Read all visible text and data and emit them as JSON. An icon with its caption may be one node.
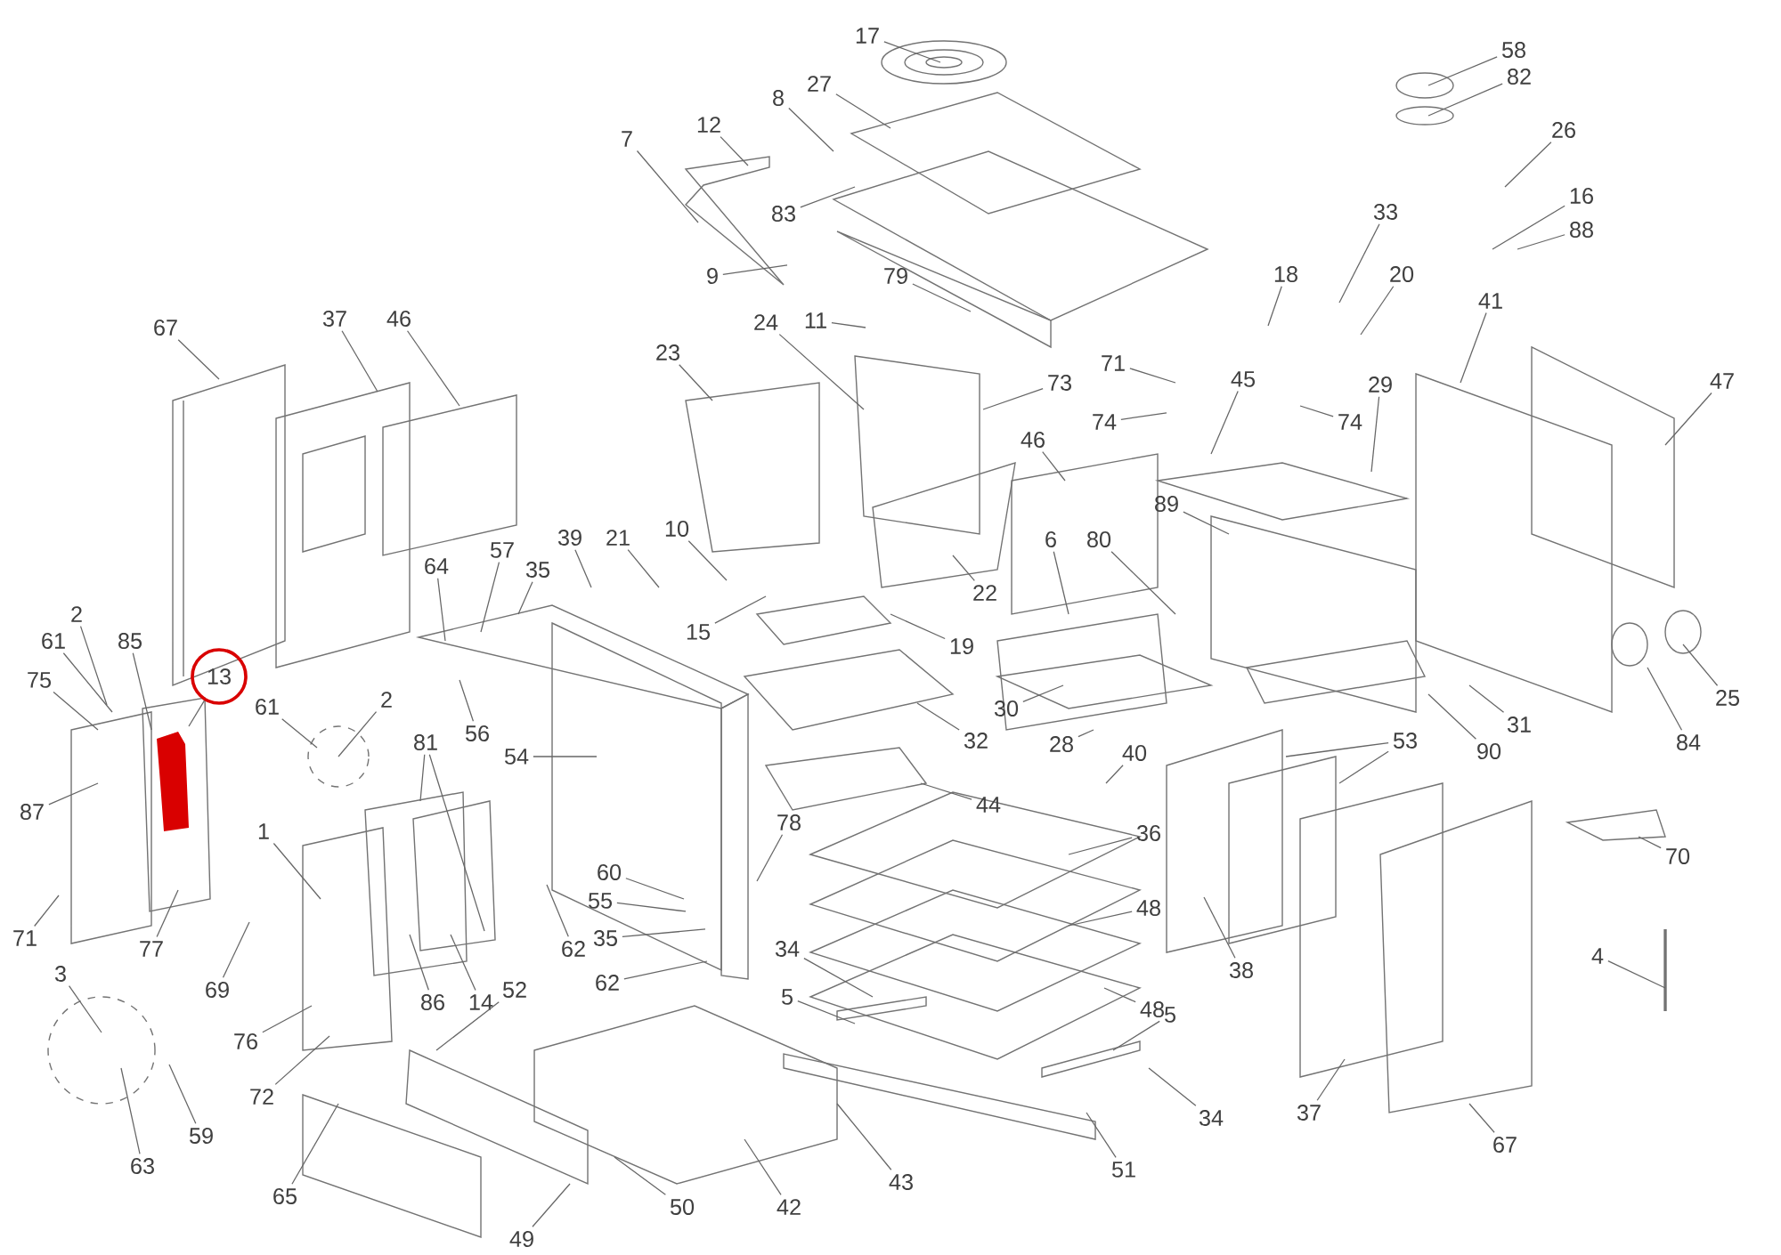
{
  "diagram": {
    "nodes": [
      {
        "text": [
          "17"
        ]
      },
      {
        "text": [
          "58"
        ]
      },
      {
        "text": [
          "27"
        ]
      },
      {
        "text": [
          "82"
        ]
      },
      {
        "text": [
          "8"
        ]
      },
      {
        "text": [
          "12"
        ]
      },
      {
        "text": [
          "26"
        ]
      },
      {
        "text": [
          "7"
        ]
      },
      {
        "text": [
          "83"
        ]
      },
      {
        "text": [
          "16"
        ]
      },
      {
        "text": [
          "88"
        ]
      },
      {
        "text": [
          "33"
        ]
      },
      {
        "text": [
          "18"
        ]
      },
      {
        "text": [
          "20"
        ]
      },
      {
        "text": [
          "9"
        ]
      },
      {
        "text": [
          "79"
        ]
      },
      {
        "text": [
          "41"
        ]
      },
      {
        "text": [
          "11"
        ]
      },
      {
        "text": [
          "24"
        ]
      },
      {
        "text": [
          "67"
        ]
      },
      {
        "text": [
          "37"
        ]
      },
      {
        "text": [
          "46"
        ]
      },
      {
        "text": [
          "23"
        ]
      },
      {
        "text": [
          "71"
        ]
      },
      {
        "text": [
          "45"
        ]
      },
      {
        "text": [
          "47"
        ]
      },
      {
        "text": [
          "73"
        ]
      },
      {
        "text": [
          "29"
        ]
      },
      {
        "text": [
          "74"
        ]
      },
      {
        "text": [
          "74"
        ]
      },
      {
        "text": [
          "46"
        ]
      },
      {
        "text": [
          "89"
        ]
      },
      {
        "text": [
          "21"
        ]
      },
      {
        "text": [
          "10"
        ]
      },
      {
        "text": [
          "39"
        ]
      },
      {
        "text": [
          "6"
        ]
      },
      {
        "text": [
          "80"
        ]
      },
      {
        "text": [
          "57"
        ]
      },
      {
        "text": [
          "64"
        ]
      },
      {
        "text": [
          "35"
        ]
      },
      {
        "text": [
          "22"
        ]
      },
      {
        "text": [
          "2"
        ]
      },
      {
        "text": [
          "15"
        ]
      },
      {
        "text": [
          "61"
        ]
      },
      {
        "text": [
          "85"
        ]
      },
      {
        "text": [
          "19"
        ]
      },
      {
        "text": [
          "13"
        ]
      },
      {
        "text": [
          "75"
        ]
      },
      {
        "text": [
          "61"
        ]
      },
      {
        "text": [
          "2"
        ]
      },
      {
        "text": [
          "30"
        ]
      },
      {
        "text": [
          "31"
        ]
      },
      {
        "text": [
          "56"
        ]
      },
      {
        "text": [
          "81"
        ]
      },
      {
        "text": [
          "84"
        ]
      },
      {
        "text": [
          "28"
        ]
      },
      {
        "text": [
          "32"
        ]
      },
      {
        "text": [
          "25"
        ]
      },
      {
        "text": [
          "90"
        ]
      },
      {
        "text": [
          "40"
        ]
      },
      {
        "text": [
          "53"
        ]
      },
      {
        "text": [
          "54"
        ]
      },
      {
        "text": [
          "44"
        ]
      },
      {
        "text": [
          "87"
        ]
      },
      {
        "text": [
          "78"
        ]
      },
      {
        "text": [
          "1"
        ]
      },
      {
        "text": [
          "36"
        ]
      },
      {
        "text": [
          "70"
        ]
      },
      {
        "text": [
          "60"
        ]
      },
      {
        "text": [
          "55"
        ]
      },
      {
        "text": [
          "48"
        ]
      },
      {
        "text": [
          "35"
        ]
      },
      {
        "text": [
          "71"
        ]
      },
      {
        "text": [
          "77"
        ]
      },
      {
        "text": [
          "62"
        ]
      },
      {
        "text": [
          "34"
        ]
      },
      {
        "text": [
          "4"
        ]
      },
      {
        "text": [
          "38"
        ]
      },
      {
        "text": [
          "3"
        ]
      },
      {
        "text": [
          "62"
        ]
      },
      {
        "text": [
          "69"
        ]
      },
      {
        "text": [
          "52"
        ]
      },
      {
        "text": [
          "5"
        ]
      },
      {
        "text": [
          "86"
        ]
      },
      {
        "text": [
          "14"
        ]
      },
      {
        "text": [
          "48"
        ]
      },
      {
        "text": [
          "5"
        ]
      },
      {
        "text": [
          "76"
        ]
      },
      {
        "text": [
          "72"
        ]
      },
      {
        "text": [
          "37"
        ]
      },
      {
        "text": [
          "34"
        ]
      },
      {
        "text": [
          "59"
        ]
      },
      {
        "text": [
          "67"
        ]
      },
      {
        "text": [
          "63"
        ]
      },
      {
        "text": [
          "51"
        ]
      },
      {
        "text": [
          "43"
        ]
      },
      {
        "text": [
          "65"
        ]
      },
      {
        "text": [
          "42"
        ]
      },
      {
        "text": [
          "50"
        ]
      },
      {
        "text": [
          "49"
        ]
      }
    ],
    "edges": [
      {
        "from": 0,
        "to": null,
        "arrow": "none"
      },
      {
        "from": 1,
        "to": null,
        "arrow": "none"
      },
      {
        "from": 2,
        "to": null,
        "arrow": "none"
      },
      {
        "from": 3,
        "to": null,
        "arrow": "none"
      },
      {
        "from": 4,
        "to": null,
        "arrow": "none"
      },
      {
        "from": 5,
        "to": null,
        "arrow": "none"
      },
      {
        "from": 6,
        "to": null,
        "arrow": "none"
      },
      {
        "from": 7,
        "to": null,
        "arrow": "none"
      },
      {
        "from": 8,
        "to": null,
        "arrow": "none"
      },
      {
        "from": 9,
        "to": null,
        "arrow": "none"
      },
      {
        "from": 10,
        "to": null,
        "arrow": "none"
      },
      {
        "from": 11,
        "to": null,
        "arrow": "none"
      },
      {
        "from": 12,
        "to": null,
        "arrow": "none"
      },
      {
        "from": 13,
        "to": null,
        "arrow": "none"
      },
      {
        "from": 14,
        "to": null,
        "arrow": "none"
      },
      {
        "from": 15,
        "to": null,
        "arrow": "none"
      },
      {
        "from": 16,
        "to": null,
        "arrow": "none"
      },
      {
        "from": 17,
        "to": null,
        "arrow": "none"
      },
      {
        "from": 18,
        "to": null,
        "arrow": "none"
      },
      {
        "from": 19,
        "to": null,
        "arrow": "none"
      },
      {
        "from": 20,
        "to": null,
        "arrow": "none"
      },
      {
        "from": 21,
        "to": null,
        "arrow": "none"
      },
      {
        "from": 22,
        "to": null,
        "arrow": "none"
      },
      {
        "from": 23,
        "to": null,
        "arrow": "none"
      },
      {
        "from": 24,
        "to": null,
        "arrow": "none"
      },
      {
        "from": 25,
        "to": null,
        "arrow": "none"
      },
      {
        "from": 26,
        "to": null,
        "arrow": "none"
      },
      {
        "from": 27,
        "to": null,
        "arrow": "none"
      },
      {
        "from": 28,
        "to": null,
        "arrow": "none"
      },
      {
        "from": 29,
        "to": null,
        "arrow": "none"
      },
      {
        "from": 30,
        "to": null,
        "arrow": "none"
      },
      {
        "from": 31,
        "to": null,
        "arrow": "none"
      },
      {
        "from": 32,
        "to": null,
        "arrow": "none"
      },
      {
        "from": 33,
        "to": null,
        "arrow": "none"
      },
      {
        "from": 34,
        "to": null,
        "arrow": "none"
      },
      {
        "from": 35,
        "to": null,
        "arrow": "none"
      },
      {
        "from": 36,
        "to": null,
        "arrow": "none"
      },
      {
        "from": 37,
        "to": null,
        "arrow": "none"
      },
      {
        "from": 38,
        "to": null,
        "arrow": "none"
      },
      {
        "from": 39,
        "to": null,
        "arrow": "none"
      },
      {
        "from": 40,
        "to": null,
        "arrow": "none"
      },
      {
        "from": 41,
        "to": null,
        "arrow": "none"
      },
      {
        "from": 42,
        "to": null,
        "arrow": "none"
      },
      {
        "from": 43,
        "to": null,
        "arrow": "none"
      },
      {
        "from": 44,
        "to": null,
        "arrow": "none"
      },
      {
        "from": 45,
        "to": null,
        "arrow": "none"
      },
      {
        "from": 46,
        "to": null,
        "arrow": "none"
      },
      {
        "from": 47,
        "to": null,
        "arrow": "none"
      },
      {
        "from": 48,
        "to": null,
        "arrow": "none"
      },
      {
        "from": 49,
        "to": null,
        "arrow": "none"
      },
      {
        "from": 50,
        "to": null,
        "arrow": "none"
      },
      {
        "from": 51,
        "to": null,
        "arrow": "none"
      },
      {
        "from": 52,
        "to": null,
        "arrow": "none"
      },
      {
        "from": 53,
        "to": null,
        "arrow": "none"
      },
      {
        "from": 53,
        "to": null,
        "arrow": "none"
      },
      {
        "from": 54,
        "to": null,
        "arrow": "none"
      },
      {
        "from": 55,
        "to": null,
        "arrow": "none"
      },
      {
        "from": 56,
        "to": null,
        "arrow": "none"
      },
      {
        "from": 57,
        "to": null,
        "arrow": "none"
      },
      {
        "from": 58,
        "to": null,
        "arrow": "none"
      },
      {
        "from": 59,
        "to": null,
        "arrow": "none"
      },
      {
        "from": 60,
        "to": null,
        "arrow": "none"
      },
      {
        "from": 60,
        "to": null,
        "arrow": "none"
      },
      {
        "from": 61,
        "to": null,
        "arrow": "none"
      },
      {
        "from": 62,
        "to": null,
        "arrow": "none"
      },
      {
        "from": 63,
        "to": null,
        "arrow": "none"
      },
      {
        "from": 64,
        "to": null,
        "arrow": "none"
      },
      {
        "from": 65,
        "to": null,
        "arrow": "none"
      },
      {
        "from": 66,
        "to": null,
        "arrow": "none"
      },
      {
        "from": 67,
        "to": null,
        "arrow": "none"
      },
      {
        "from": 68,
        "to": null,
        "arrow": "none"
      },
      {
        "from": 69,
        "to": null,
        "arrow": "none"
      },
      {
        "from": 70,
        "to": null,
        "arrow": "none"
      },
      {
        "from": 71,
        "to": null,
        "arrow": "none"
      },
      {
        "from": 72,
        "to": null,
        "arrow": "none"
      },
      {
        "from": 73,
        "to": null,
        "arrow": "none"
      },
      {
        "from": 74,
        "to": null,
        "arrow": "none"
      },
      {
        "from": 75,
        "to": null,
        "arrow": "none"
      },
      {
        "from": 76,
        "to": null,
        "arrow": "none"
      },
      {
        "from": 77,
        "to": null,
        "arrow": "none"
      },
      {
        "from": 78,
        "to": null,
        "arrow": "none"
      },
      {
        "from": 79,
        "to": null,
        "arrow": "none"
      },
      {
        "from": 80,
        "to": null,
        "arrow": "none"
      },
      {
        "from": 81,
        "to": null,
        "arrow": "none"
      },
      {
        "from": 82,
        "to": null,
        "arrow": "none"
      },
      {
        "from": 83,
        "to": null,
        "arrow": "none"
      },
      {
        "from": 84,
        "to": null,
        "arrow": "none"
      },
      {
        "from": 85,
        "to": null,
        "arrow": "none"
      },
      {
        "from": 86,
        "to": null,
        "arrow": "none"
      },
      {
        "from": 87,
        "to": null,
        "arrow": "none"
      },
      {
        "from": 88,
        "to": null,
        "arrow": "none"
      },
      {
        "from": 89,
        "to": null,
        "arrow": "none"
      },
      {
        "from": 90,
        "to": null,
        "arrow": "none"
      },
      {
        "from": 91,
        "to": null,
        "arrow": "none"
      },
      {
        "from": 92,
        "to": null,
        "arrow": "none"
      },
      {
        "from": 93,
        "to": null,
        "arrow": "none"
      },
      {
        "from": 94,
        "to": null,
        "arrow": "none"
      },
      {
        "from": 95,
        "to": null,
        "arrow": "none"
      },
      {
        "from": 96,
        "to": null,
        "arrow": "none"
      },
      {
        "from": 97,
        "to": null,
        "arrow": "none"
      },
      {
        "from": 98,
        "to": null,
        "arrow": "none"
      },
      {
        "from": 99,
        "to": null,
        "arrow": "none"
      }
    ]
  }
}
